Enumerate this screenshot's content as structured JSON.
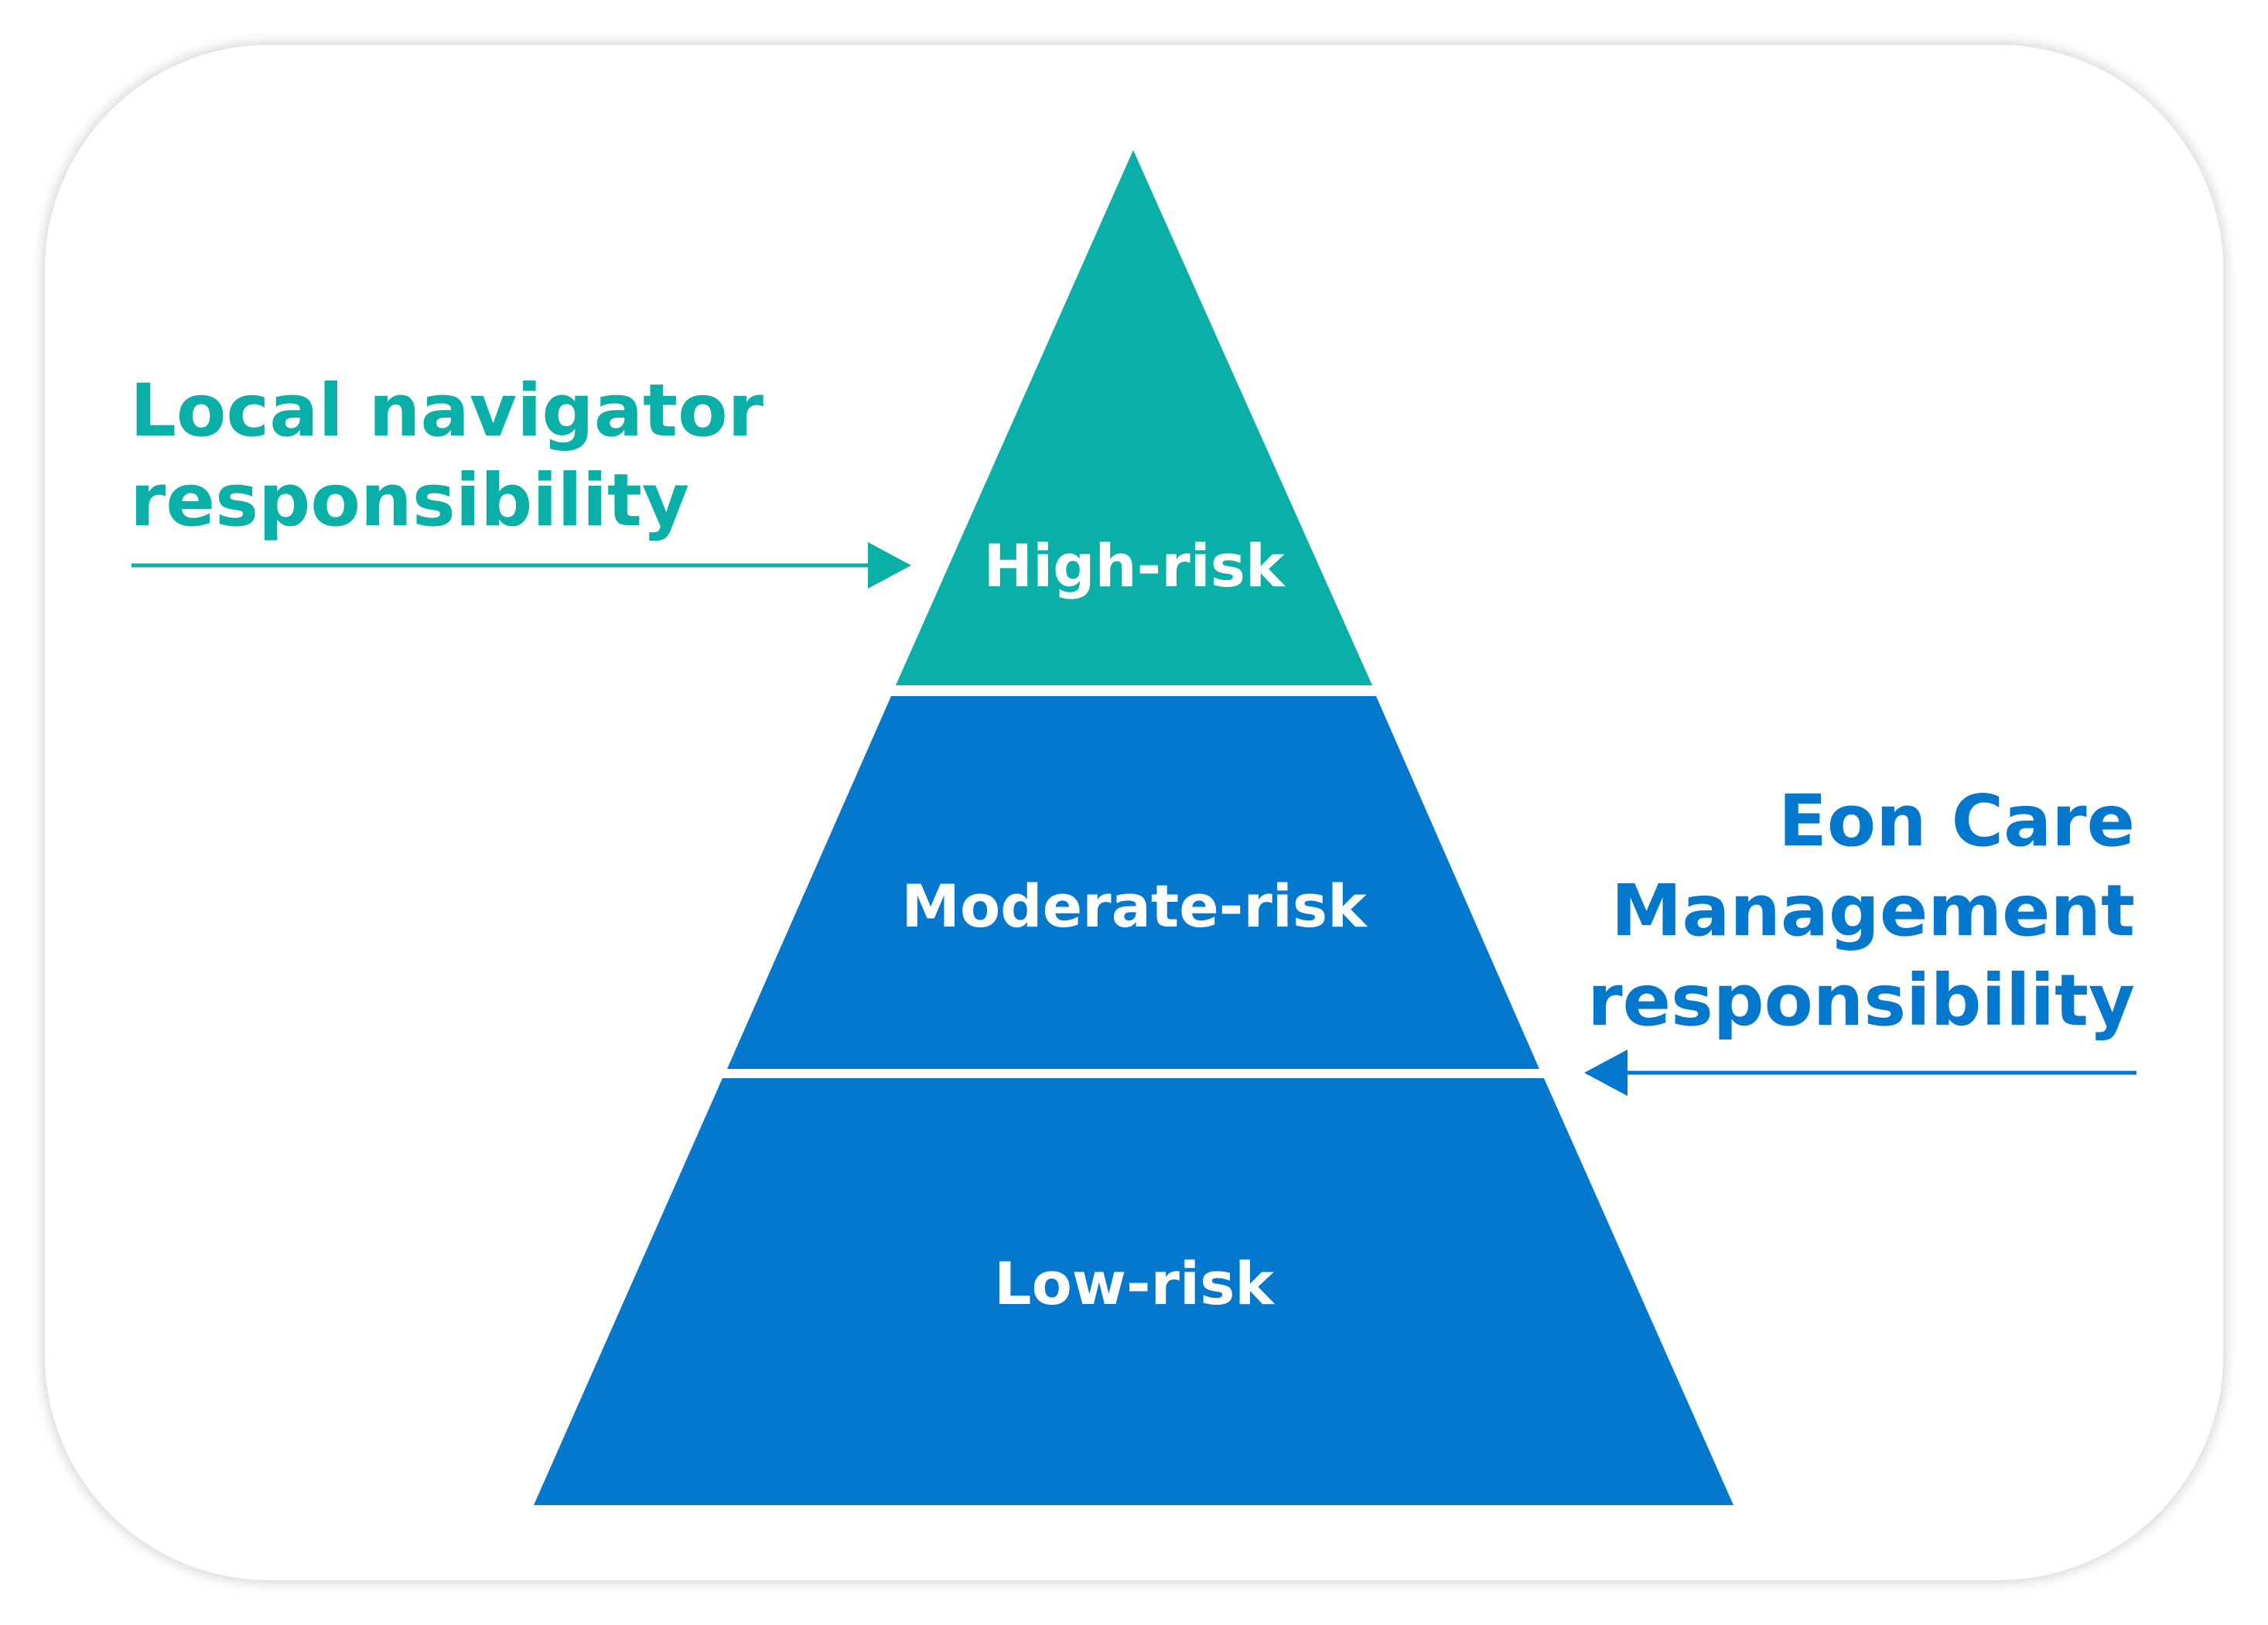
{
  "colors": {
    "teal": "#0ab0a8",
    "blue": "#0478cc",
    "background": "#ffffff"
  },
  "pyramid": {
    "tiers": [
      {
        "label": "High-risk",
        "color": "#0ab0a8"
      },
      {
        "label": "Moderate-risk",
        "color": "#0478cc"
      },
      {
        "label": "Low-risk",
        "color": "#0478cc"
      }
    ]
  },
  "annotations": {
    "left": {
      "text": "Local navigator\nresponsibility",
      "color": "#0ab0a8",
      "arrow_direction": "right",
      "points_to": "High-risk"
    },
    "right": {
      "text": "Eon Care\nManagement\nresponsibility",
      "color": "#0478cc",
      "arrow_direction": "left",
      "points_to": "Moderate-risk"
    }
  }
}
